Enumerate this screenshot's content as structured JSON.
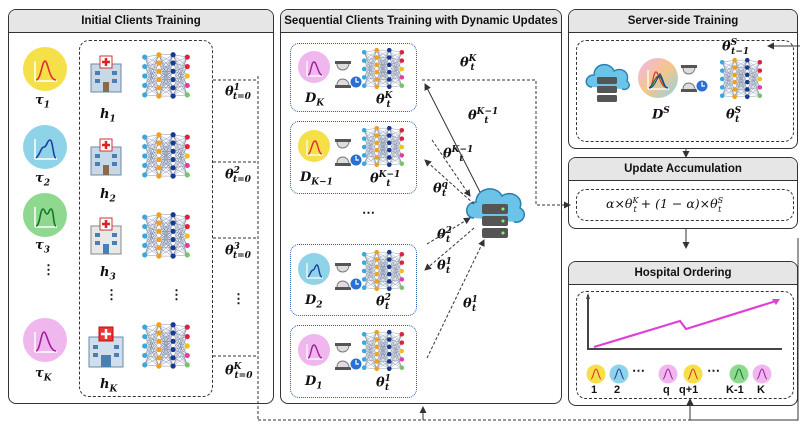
{
  "panels": {
    "initial": "Initial Clients Training",
    "sequential": "Sequential Clients Training with Dynamic Updates",
    "server": "Server-side Training",
    "update": "Update Accumulation",
    "hospital": "Hospital Ordering"
  },
  "tau": [
    "τ",
    "τ",
    "τ",
    "τ"
  ],
  "tau_sub": [
    "1",
    "2",
    "3",
    "K"
  ],
  "hosp": [
    "h",
    "h",
    "h",
    "h"
  ],
  "hosp_sub": [
    "1",
    "2",
    "3",
    "K"
  ],
  "theta0": [
    {
      "sup": "1",
      "sub": "t=0"
    },
    {
      "sup": "2",
      "sub": "t=0"
    },
    {
      "sup": "3",
      "sub": "t=0"
    },
    {
      "sup": "K",
      "sub": "t=0"
    }
  ],
  "seq_datasets": [
    {
      "main": "D",
      "sub": "K"
    },
    {
      "main": "D",
      "sub": "K−1"
    },
    {
      "main": "D",
      "sub": "2"
    },
    {
      "main": "D",
      "sub": "1"
    }
  ],
  "seq_thetas": [
    {
      "sup": "K",
      "sub": "t"
    },
    {
      "sup": "K−1",
      "sub": "t"
    },
    {
      "sup": "2",
      "sub": "t"
    },
    {
      "sup": "1",
      "sub": "t"
    }
  ],
  "arrow_labels": [
    {
      "sup": "K",
      "sub": "t"
    },
    {
      "sup": "K−1",
      "sub": "t"
    },
    {
      "sup": "K−1",
      "sub": "t"
    },
    {
      "sup": "q",
      "sub": "t"
    },
    {
      "sup": "2",
      "sub": "t"
    },
    {
      "sup": "1",
      "sub": "t"
    },
    {
      "sup": "1",
      "sub": "t"
    }
  ],
  "server": {
    "dataset": {
      "main": "D",
      "sup": "S"
    },
    "theta_prev": {
      "sup": "S",
      "sub": "t−1"
    },
    "theta": {
      "sup": "S",
      "sub": "t"
    }
  },
  "formula": "α×θ",
  "formula_parts": [
    "α×θ",
    "K",
    "t",
    " + (1 − α)×θ",
    "S",
    "t"
  ],
  "ordering_labels": [
    "1",
    "2",
    "q",
    "q+1",
    "K-1",
    "K"
  ],
  "ellipsis": [
    "⋮",
    "⋮",
    "⋮",
    "⋮",
    "⋯"
  ],
  "colors": {
    "yellow": "#f5e04a",
    "cyan": "#8fd3e8",
    "green": "#8fd88f",
    "pink": "#f0b6ee",
    "accent_line": "#e040d8",
    "arrow": "#333333"
  }
}
